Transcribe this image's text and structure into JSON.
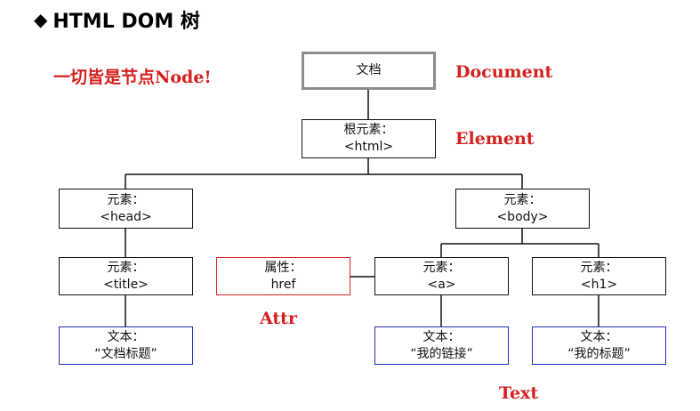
{
  "header": {
    "diamond": "◆",
    "title": "HTML DOM 树"
  },
  "slogan": "一切皆是节点Node!",
  "labels": {
    "document": "Document",
    "element": "Element",
    "attr": "Attr",
    "text": "Text"
  },
  "nodes": {
    "doc": {
      "l1": "文档"
    },
    "html": {
      "l1": "根元素：",
      "l2": "<html>"
    },
    "head": {
      "l1": "元素：",
      "l2": "<head>"
    },
    "body": {
      "l1": "元素：",
      "l2": "<body>"
    },
    "title": {
      "l1": "元素：",
      "l2": "<title>"
    },
    "href": {
      "l1": "属性：",
      "l2": "href"
    },
    "a": {
      "l1": "元素：",
      "l2": "<a>"
    },
    "h1": {
      "l1": "元素：",
      "l2": "<h1>"
    },
    "text_title": {
      "l1": "文本：",
      "l2": "“文档标题”"
    },
    "text_link": {
      "l1": "文本：",
      "l2": "“我的链接”"
    },
    "text_h1": {
      "l1": "文本：",
      "l2": "“我的标题”"
    }
  },
  "colors": {
    "label_red": "#d61f1f",
    "text_node_border": "#1a2fb8",
    "attr_node_border": "#d42020",
    "doc_node_border": "#8c8c8c"
  }
}
